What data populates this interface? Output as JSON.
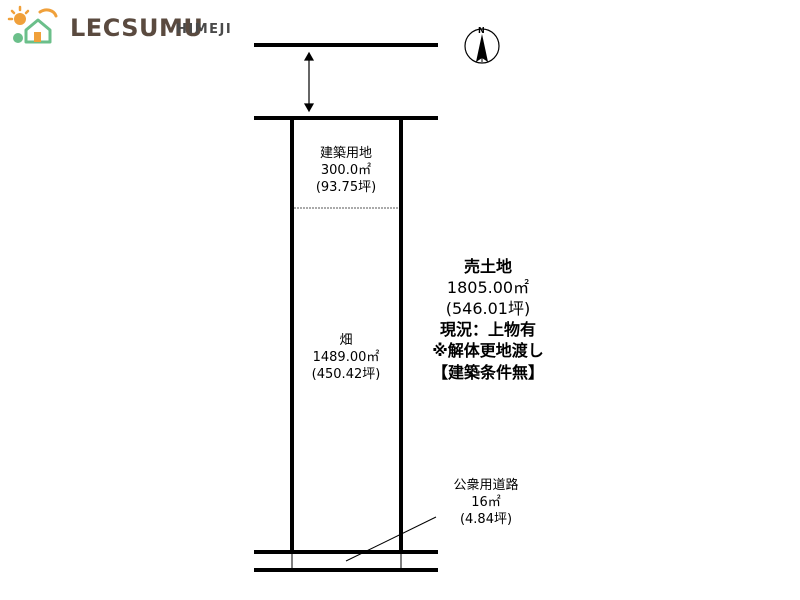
{
  "brand": {
    "name_main": "LECSUMU",
    "name_sub": "HIMEJI",
    "colors": {
      "main": "#5a4a3f",
      "sub": "#4a4a4a",
      "house_orange": "#f0a03a",
      "house_green": "#6bbf8a"
    }
  },
  "compass": {
    "north_label": "N",
    "icon": "north-arrow-icon"
  },
  "parcels": {
    "building_land": {
      "name": "建築用地",
      "area_m2": "300.0㎡",
      "area_tsubo": "(93.75坪)"
    },
    "field": {
      "name": "畑",
      "area_m2": "1489.00㎡",
      "area_tsubo": "(450.42坪)"
    },
    "road": {
      "name": "公衆用道路",
      "area_m2": "16㎡",
      "area_tsubo": "(4.84坪)"
    }
  },
  "summary": {
    "title": "売土地",
    "area_m2": "1805.00㎡",
    "area_tsubo": "(546.01坪)",
    "status": "現況：上物有",
    "note": "※解体更地渡し",
    "condition": "【建築条件無】"
  }
}
